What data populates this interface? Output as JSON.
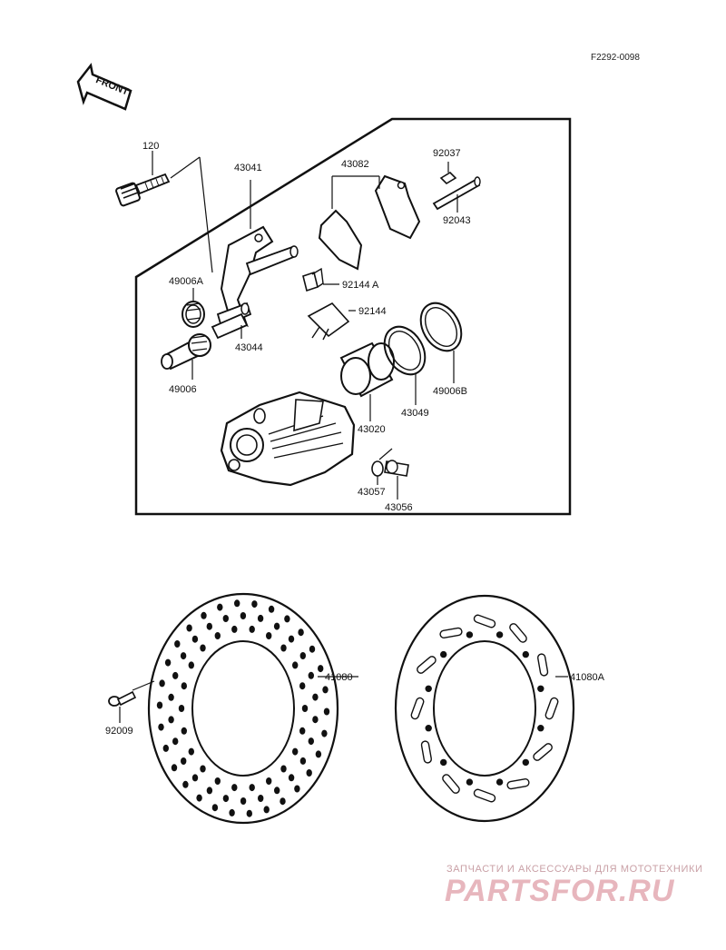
{
  "diagram": {
    "ref_code": "F2292-0098",
    "front_label": "FRONT",
    "parts": {
      "p120": "120",
      "p43041": "43041",
      "p43082": "43082",
      "p92037": "92037",
      "p92043": "92043",
      "p49006A": "49006A",
      "p92144A": "92144 A",
      "p92144": "92144",
      "p43044": "43044",
      "p49006": "49006",
      "p43020": "43020",
      "p43049": "43049",
      "p49006B": "49006B",
      "p43057": "43057",
      "p43056": "43056",
      "p41080": "41080",
      "p41080A": "41080A",
      "p92009": "92009"
    }
  },
  "watermark": {
    "tagline": "ЗАПЧАСТИ И АКСЕССУАРЫ ДЛЯ МОТОТЕХНИКИ",
    "logo": "PARTSFOR.RU"
  },
  "colors": {
    "ink": "#111111",
    "watermark": "#e7b6bd"
  }
}
